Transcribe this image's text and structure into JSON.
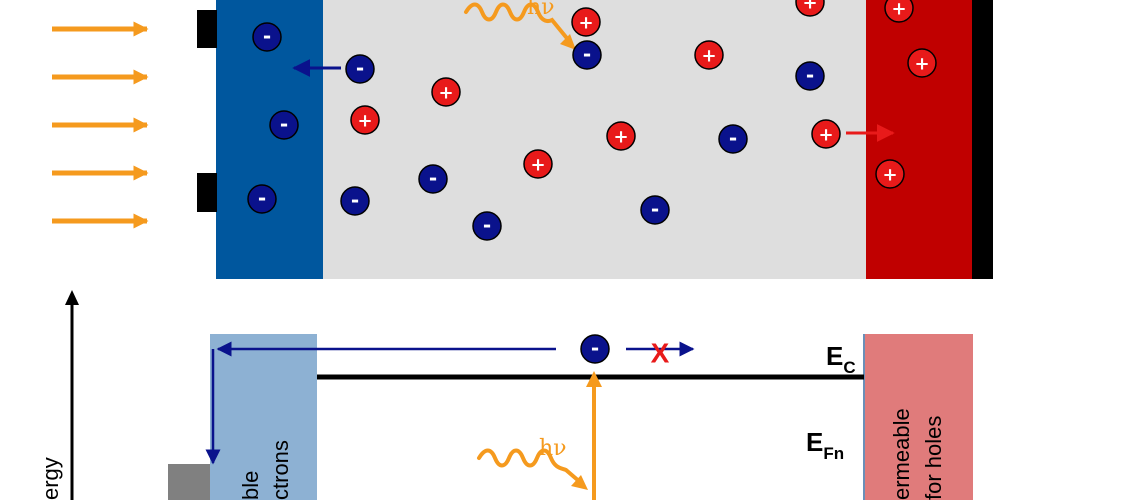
{
  "labels": {
    "photon_top": "hν",
    "photon_bottom": "hν",
    "ec_main": "E",
    "ec_sub": "C",
    "efn_main": "E",
    "efn_sub": "Fn",
    "blocked_mark": "X",
    "energy_axis": "ergy",
    "left_band_line1": "ble",
    "left_band_line2": "ctrons",
    "right_band_line1": "ermeable",
    "right_band_line2": "for holes"
  },
  "carriers": {
    "electron_symbol": "-",
    "hole_symbol": "+"
  },
  "colors": {
    "electron_fill": "#0a128c",
    "hole_fill": "#e81a1a",
    "photon": "#f59a1e",
    "left_contact": "#00579e",
    "right_contact": "#c00000",
    "absorber": "#dedede",
    "left_band": "#8db1d3",
    "right_band": "#e07b7b",
    "blocked_mark": "#e81a1a"
  }
}
